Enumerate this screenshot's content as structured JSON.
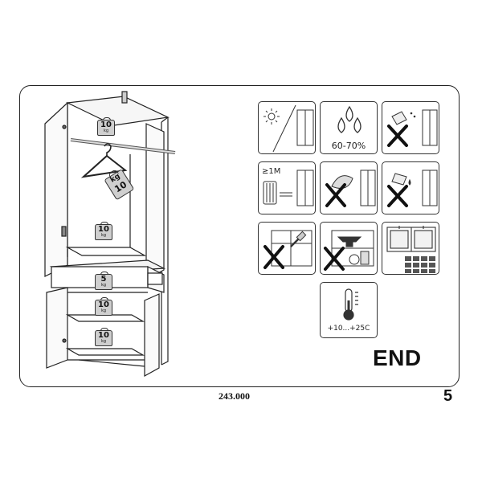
{
  "cabinet": {
    "weights": [
      {
        "value": "10",
        "unit": "kg"
      },
      {
        "value": "10",
        "unit": "kg"
      },
      {
        "value": "5",
        "unit": "kg"
      },
      {
        "value": "10",
        "unit": "kg"
      },
      {
        "value": "10",
        "unit": "kg"
      }
    ],
    "hanger_weight": {
      "value": "10",
      "unit": "kg"
    }
  },
  "icons": {
    "humidity_label": "60-70%",
    "distance_label": "≥1M",
    "temperature_label": "+10...+25C"
  },
  "end_label": "END",
  "doc_number": "243.000",
  "page_number": "5"
}
